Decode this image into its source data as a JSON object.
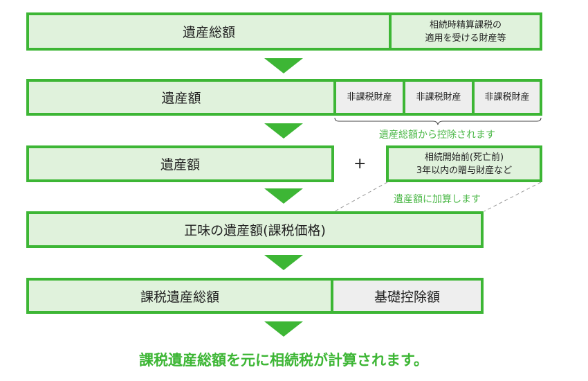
{
  "row1": {
    "main": "遺産総額",
    "side": "相続時精算課税の\n適用を受ける財産等"
  },
  "row2": {
    "main": "遺産額",
    "items": [
      "非課税財産",
      "非課税財産",
      "非課税財産"
    ],
    "note": "遺産総額から控除されます"
  },
  "row3": {
    "main": "遺産額",
    "plus": "+",
    "side_line1": "相続開始前(死亡前)",
    "side_line2": "3年以内の贈与財産など",
    "note": "遺産額に加算します"
  },
  "row4": {
    "main": "正味の遺産額(課税価格)"
  },
  "row5": {
    "main": "課税遺産総額",
    "side": "基礎控除額"
  },
  "conclusion": "課税遺産総額を元に相続税が計算されます。"
}
